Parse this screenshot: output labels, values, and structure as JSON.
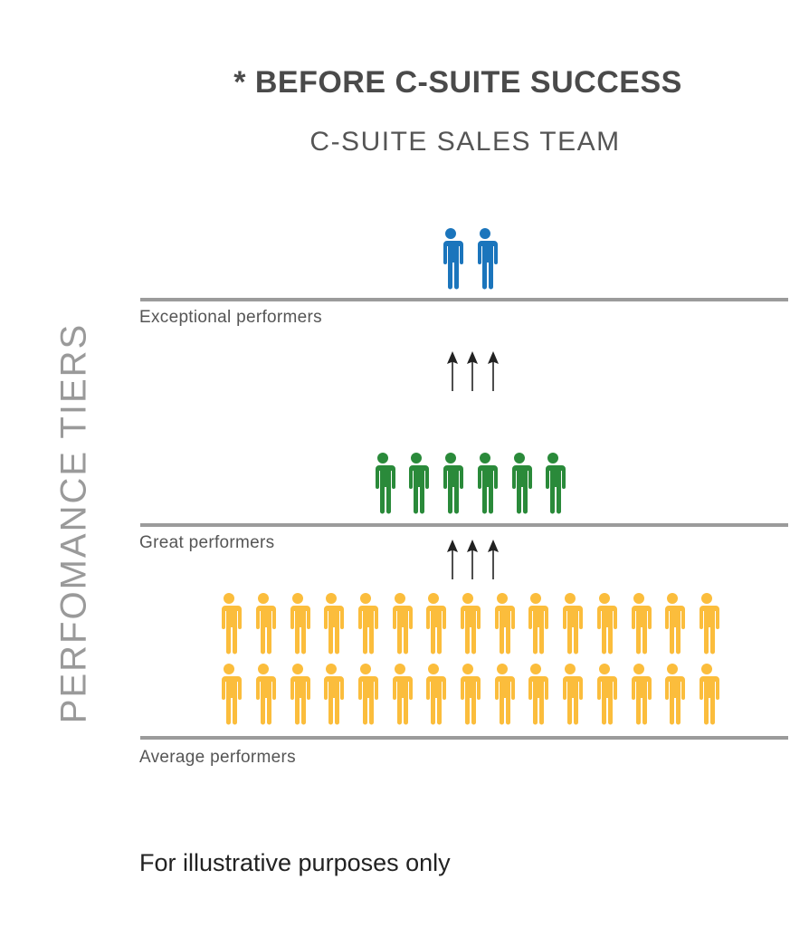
{
  "title": "* BEFORE C-SUITE SUCCESS",
  "subtitle": "C-SUITE SALES TEAM",
  "axis_label": "PERFOMANCE TIERS",
  "tiers": [
    {
      "label": "Exceptional performers",
      "count": 2,
      "rows": 1,
      "color": "#1b75bc"
    },
    {
      "label": "Great performers",
      "count": 6,
      "rows": 1,
      "color": "#2a8a3a"
    },
    {
      "label": "Average performers",
      "count": 30,
      "rows": 2,
      "color": "#fbbd3c"
    }
  ],
  "arrow_icon": "arrow-up-icon",
  "person_icon": "person-icon",
  "footnote": "For illustrative purposes only"
}
